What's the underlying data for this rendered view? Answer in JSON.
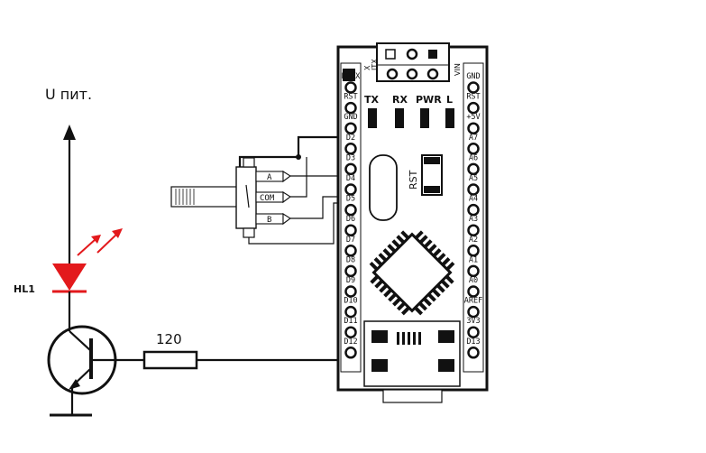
{
  "supply": {
    "label": "U пит."
  },
  "led": {
    "label": "HL1"
  },
  "resistor": {
    "label": "120"
  },
  "encoder": {
    "pin_a": "A",
    "pin_com": "COM",
    "pin_b": "B"
  },
  "board": {
    "indicators": [
      "TX",
      "RX",
      "PWR",
      "L"
    ],
    "rst_button": "RST",
    "header_left": "X",
    "header_left2": "ITX",
    "header_right": "VIN",
    "left_pins": [
      "D0RX",
      "RST",
      "GND",
      "D2",
      "D3",
      "D4",
      "D5",
      "D6",
      "D7",
      "D8",
      "D9",
      "D10",
      "D11",
      "D12"
    ],
    "right_pins": [
      "GND",
      "RST",
      "+5V",
      "A7",
      "A6",
      "A5",
      "A4",
      "A3",
      "A2",
      "A1",
      "A0",
      "AREF",
      "3V3",
      "D13"
    ]
  },
  "colors": {
    "line": "#111111",
    "arrow": "#e3191c",
    "led": "#e3191c",
    "label_hl": "#1b2a5a"
  }
}
